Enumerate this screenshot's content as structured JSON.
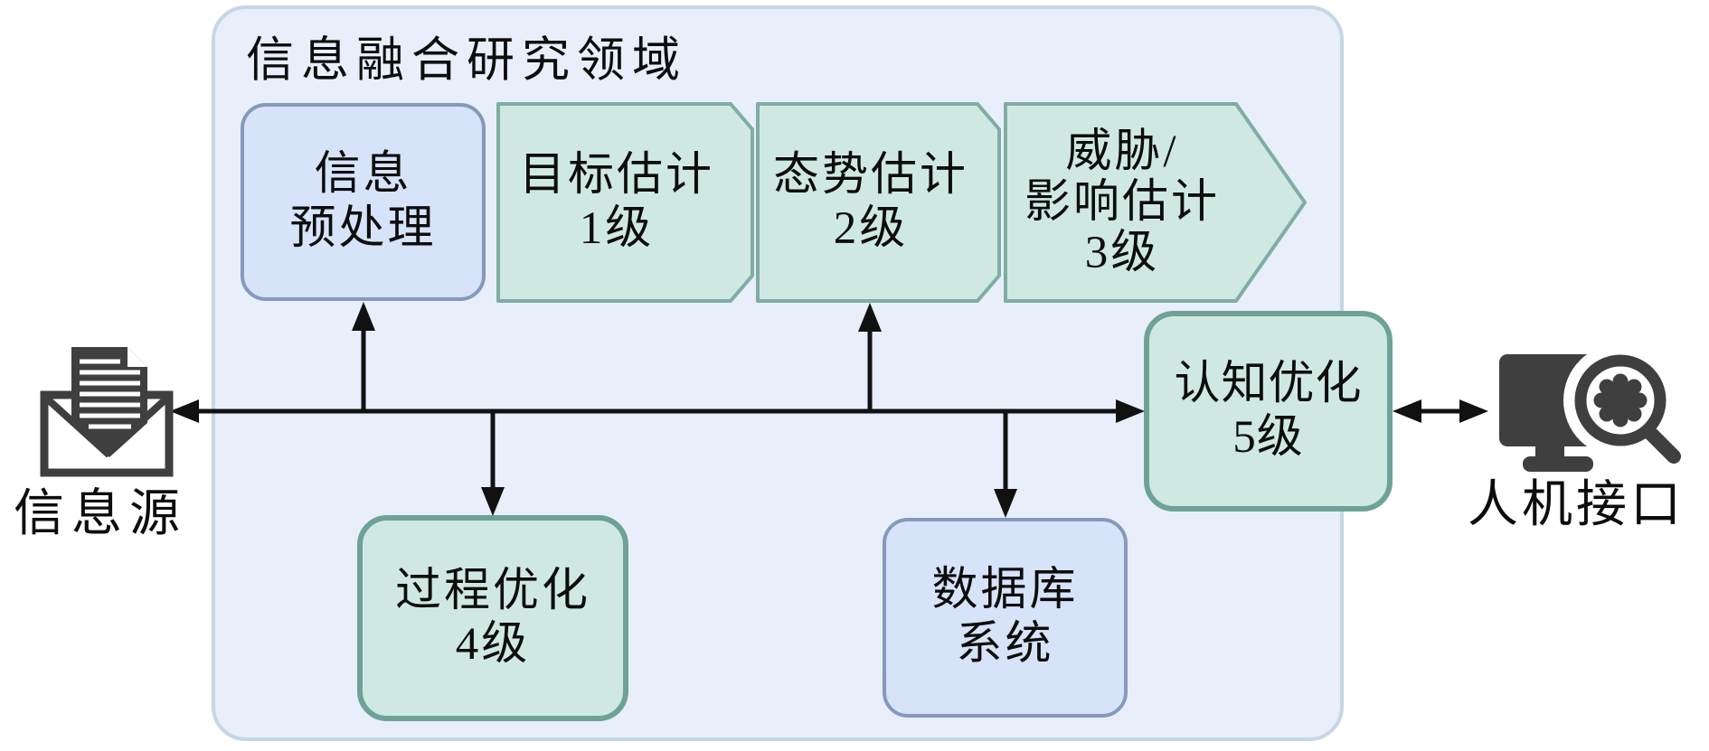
{
  "title": "信息融合研究领域",
  "nodes": {
    "preprocess": {
      "lines": [
        "信息",
        "预处理"
      ]
    },
    "level1": {
      "lines": [
        "目标估计",
        "1级"
      ]
    },
    "level2": {
      "lines": [
        "态势估计",
        "2级"
      ]
    },
    "level3": {
      "lines": [
        "威胁/",
        "影响估计",
        "3级"
      ]
    },
    "level4": {
      "lines": [
        "过程优化",
        "4级"
      ]
    },
    "database": {
      "lines": [
        "数据库",
        "系统"
      ]
    },
    "level5": {
      "lines": [
        "认知优化",
        "5级"
      ]
    }
  },
  "external": {
    "source_label": "信息源",
    "hmi_label": "人机接口"
  },
  "icons": {
    "source": "envelope-with-document-icon",
    "hmi": "monitor-with-magnifier-bug-icon"
  },
  "colors": {
    "container_fill": "#e9eefb",
    "container_border": "#c6d7e4",
    "blue_node_fill": "#d6e3f8",
    "blue_node_border": "#8599bb",
    "mint_node_fill": "#cfe9e2",
    "mint_node_border": "#7fada3",
    "mint_box_border": "#6fa296",
    "arrow_color": "#111111",
    "icon_color": "#3f3f3f"
  }
}
